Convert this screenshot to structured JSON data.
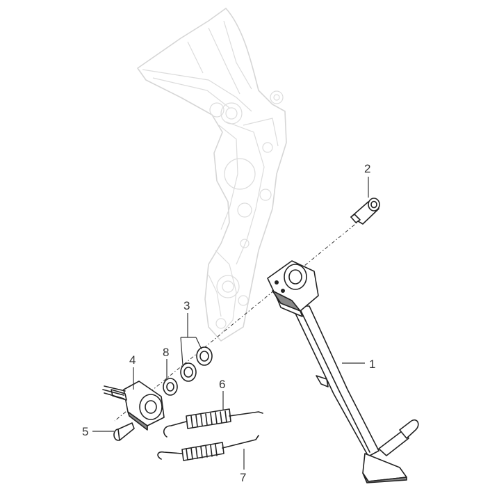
{
  "diagram": {
    "callouts": [
      {
        "number": "1"
      },
      {
        "number": "2"
      },
      {
        "number": "3"
      },
      {
        "number": "4"
      },
      {
        "number": "5"
      },
      {
        "number": "6"
      },
      {
        "number": "7"
      },
      {
        "number": "8"
      }
    ]
  },
  "colors": {
    "frame_outline": "#d6d6d6",
    "part_outline": "#222222",
    "part_shading": "#9a9a9a",
    "text": "#333333",
    "background": "#ffffff"
  }
}
